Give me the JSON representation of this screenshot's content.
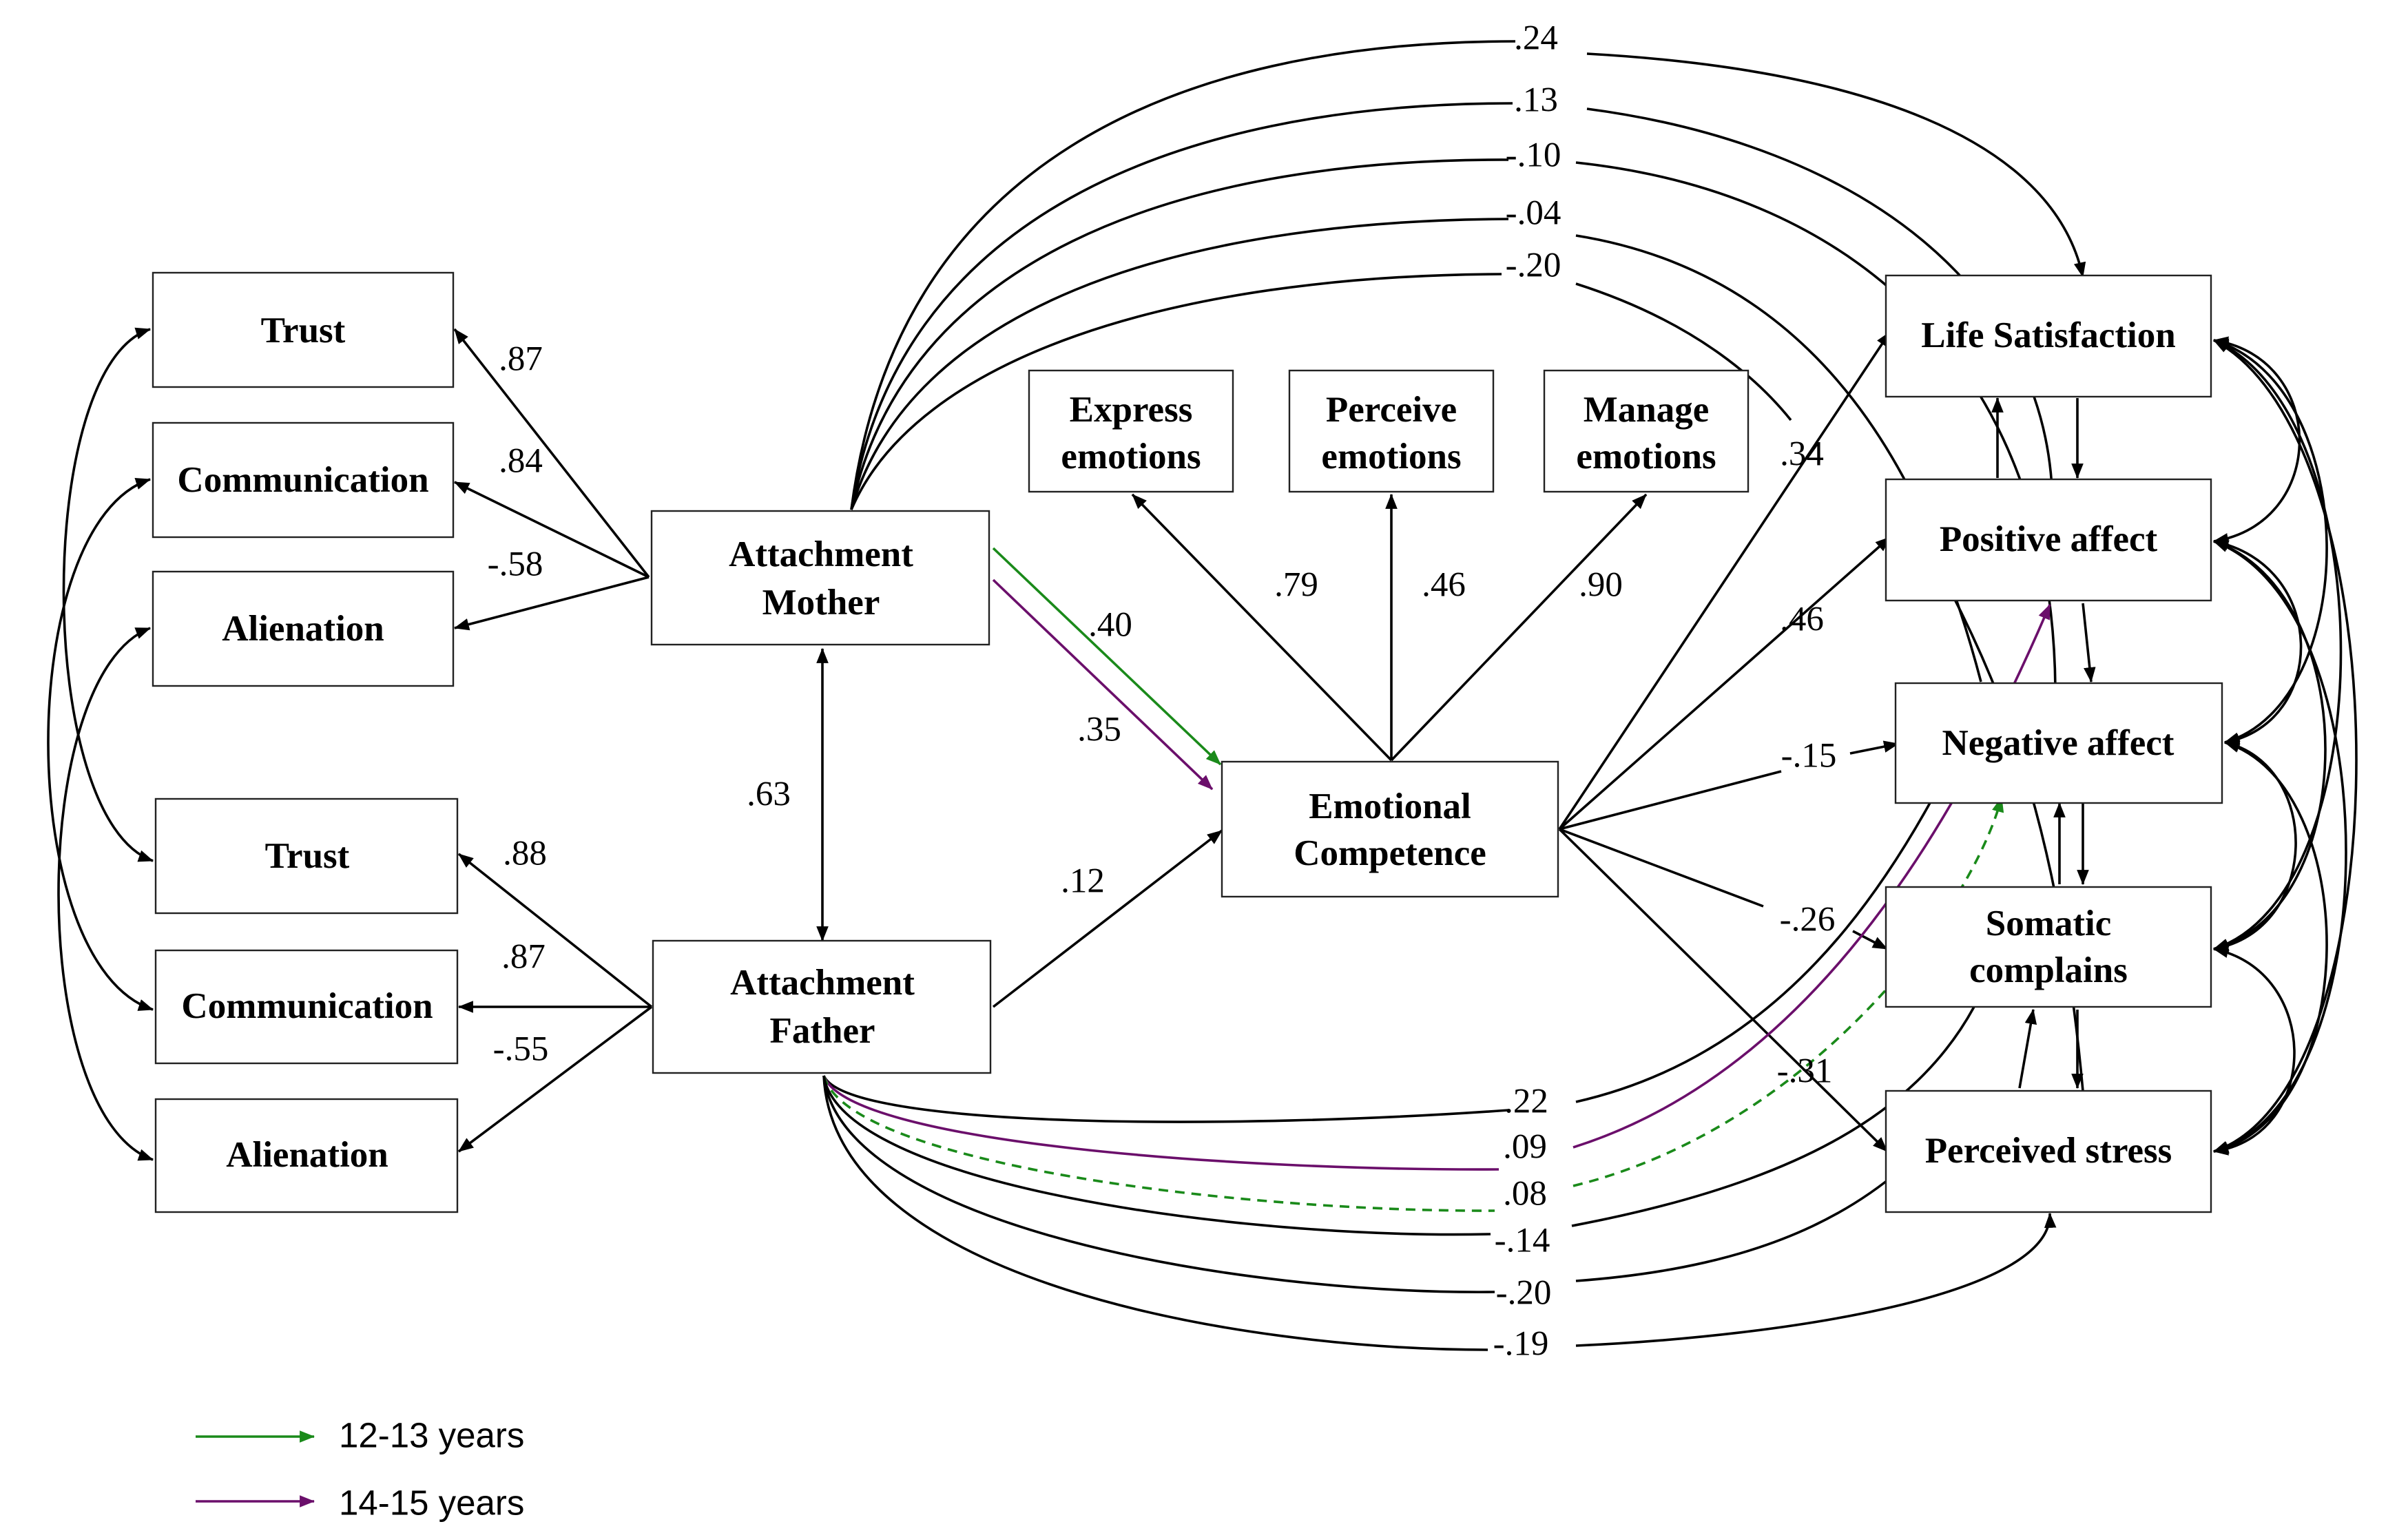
{
  "nodes": {
    "trust_mother": "Trust",
    "communication_mother": "Communication",
    "alienation_mother": "Alienation",
    "trust_father": "Trust",
    "communication_father": "Communication",
    "alienation_father": "Alienation",
    "attachment_mother": [
      "Attachment",
      "Mother"
    ],
    "attachment_father": [
      "Attachment",
      "Father"
    ],
    "express_emotions": [
      "Express",
      "emotions"
    ],
    "perceive_emotions": [
      "Perceive",
      "emotions"
    ],
    "manage_emotions": [
      "Manage",
      "emotions"
    ],
    "emotional_competence": [
      "Emotional",
      "Competence"
    ],
    "life_satisfaction": "Life Satisfaction",
    "positive_affect": "Positive affect",
    "negative_affect": "Negative affect",
    "somatic_complains": [
      "Somatic",
      "complains"
    ],
    "perceived_stress": "Perceived stress"
  },
  "coefficients": {
    "mother_trust": ".87",
    "mother_communication": ".84",
    "mother_alienation": "-.58",
    "father_trust": ".88",
    "father_communication": ".87",
    "father_alienation": "-.55",
    "mother_father": ".63",
    "mother_ec_12_13": ".40",
    "mother_ec_14_15": ".35",
    "father_ec": ".12",
    "ec_express": ".79",
    "ec_perceive": ".46",
    "ec_manage": ".90",
    "ec_life_satisfaction": ".34",
    "ec_positive_affect": ".46",
    "ec_negative_affect": "-.15",
    "ec_somatic": "-.26",
    "ec_stress": "-.31",
    "mother_life_satisfaction": ".24",
    "mother_positive_affect": ".13",
    "mother_negative_affect": "-.10",
    "mother_somatic": "-.04",
    "mother_stress": "-.20",
    "father_life_satisfaction": ".22",
    "father_positive_affect_14_15": ".09",
    "father_negative_affect_12_13": ".08",
    "father_negative_affect": "-.14",
    "father_somatic": "-.20",
    "father_stress": "-.19"
  },
  "legend": [
    {
      "label": "12-13 years",
      "color": "#1a8a1a"
    },
    {
      "label": "14-15 years",
      "color": "#6b0f6b"
    }
  ]
}
